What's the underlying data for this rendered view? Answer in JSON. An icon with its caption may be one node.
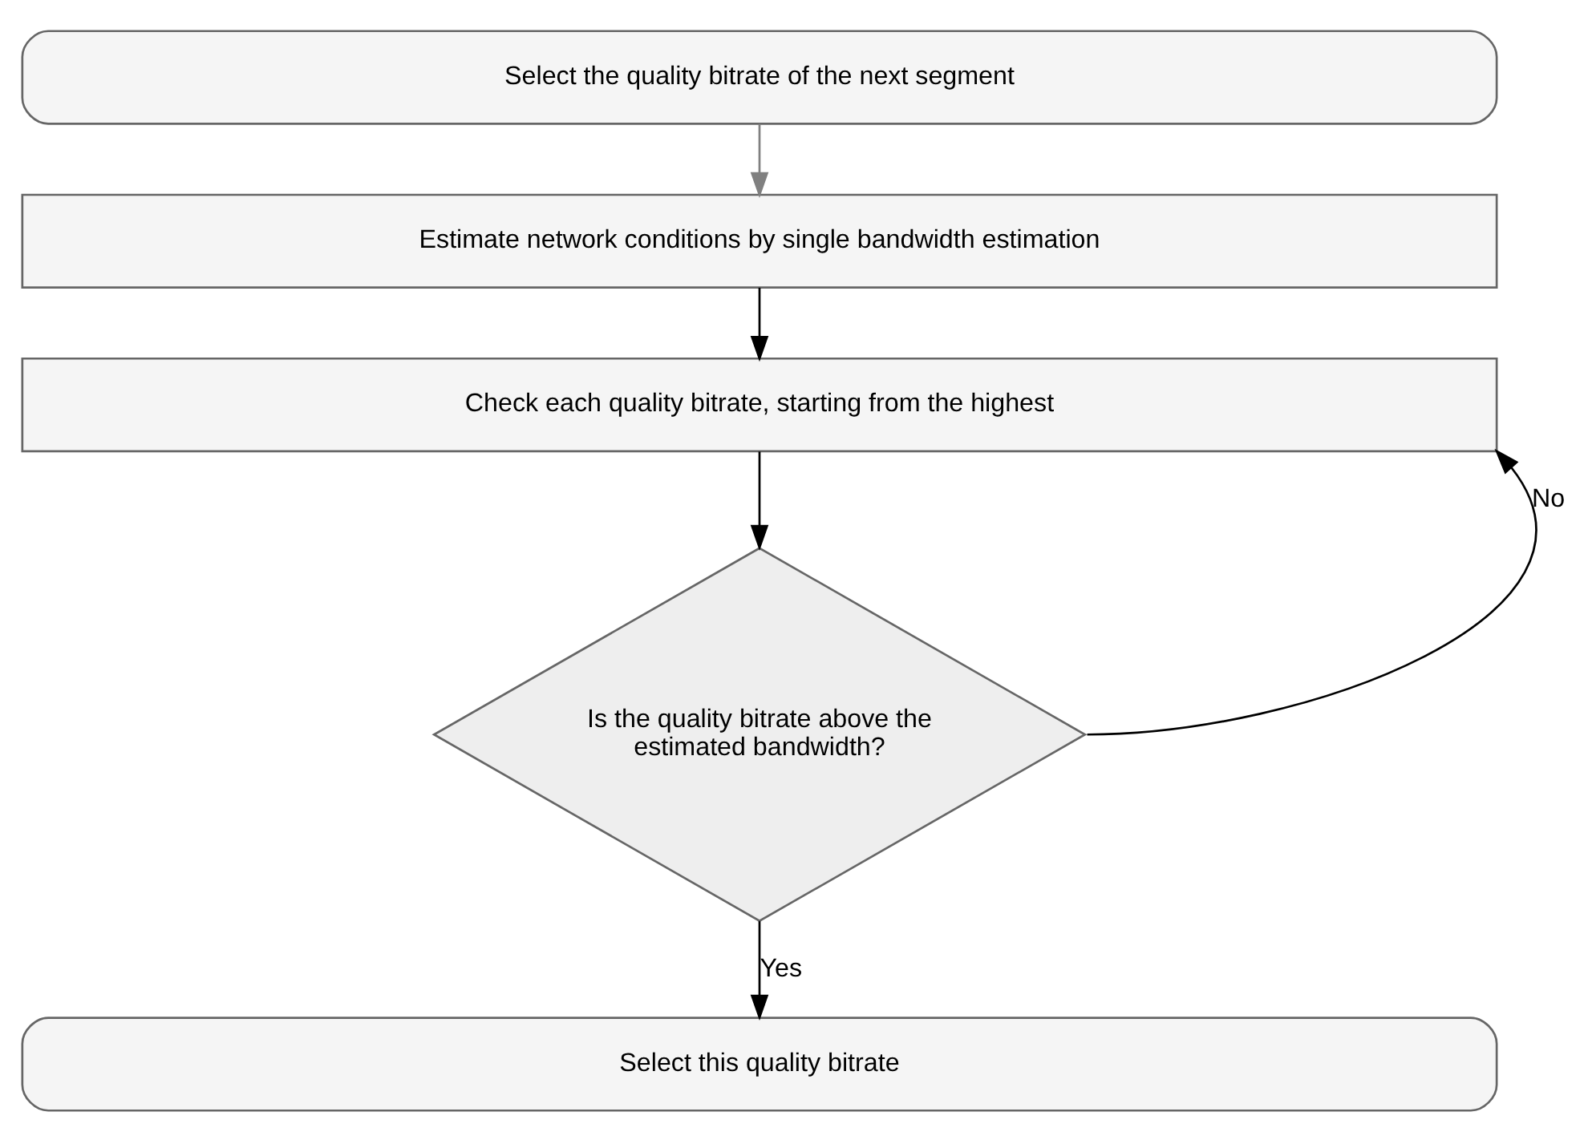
{
  "diagram": {
    "nodes": [
      {
        "text": [
          "Select the quality bitrate of the next segment"
        ]
      },
      {
        "text": [
          "Estimate network conditions by single bandwidth estimation"
        ]
      },
      {
        "text": [
          "Check each quality bitrate, starting from the highest"
        ]
      },
      {
        "text": [
          "Is the quality bitrate above the estimated bandwidth?"
        ]
      },
      {
        "text": [
          "Select this quality bitrate"
        ]
      }
    ],
    "edges": [
      {
        "from": 0,
        "to": 1,
        "arrow": "to",
        "color": "#808080"
      },
      {
        "from": 1,
        "to": 2,
        "arrow": "to"
      },
      {
        "from": 2,
        "to": 3,
        "arrow": "to"
      },
      {
        "from": 3,
        "to": 2,
        "arrow": "to",
        "label": "No"
      },
      {
        "from": 3,
        "to": 4,
        "arrow": "to",
        "label": "Yes"
      }
    ]
  }
}
